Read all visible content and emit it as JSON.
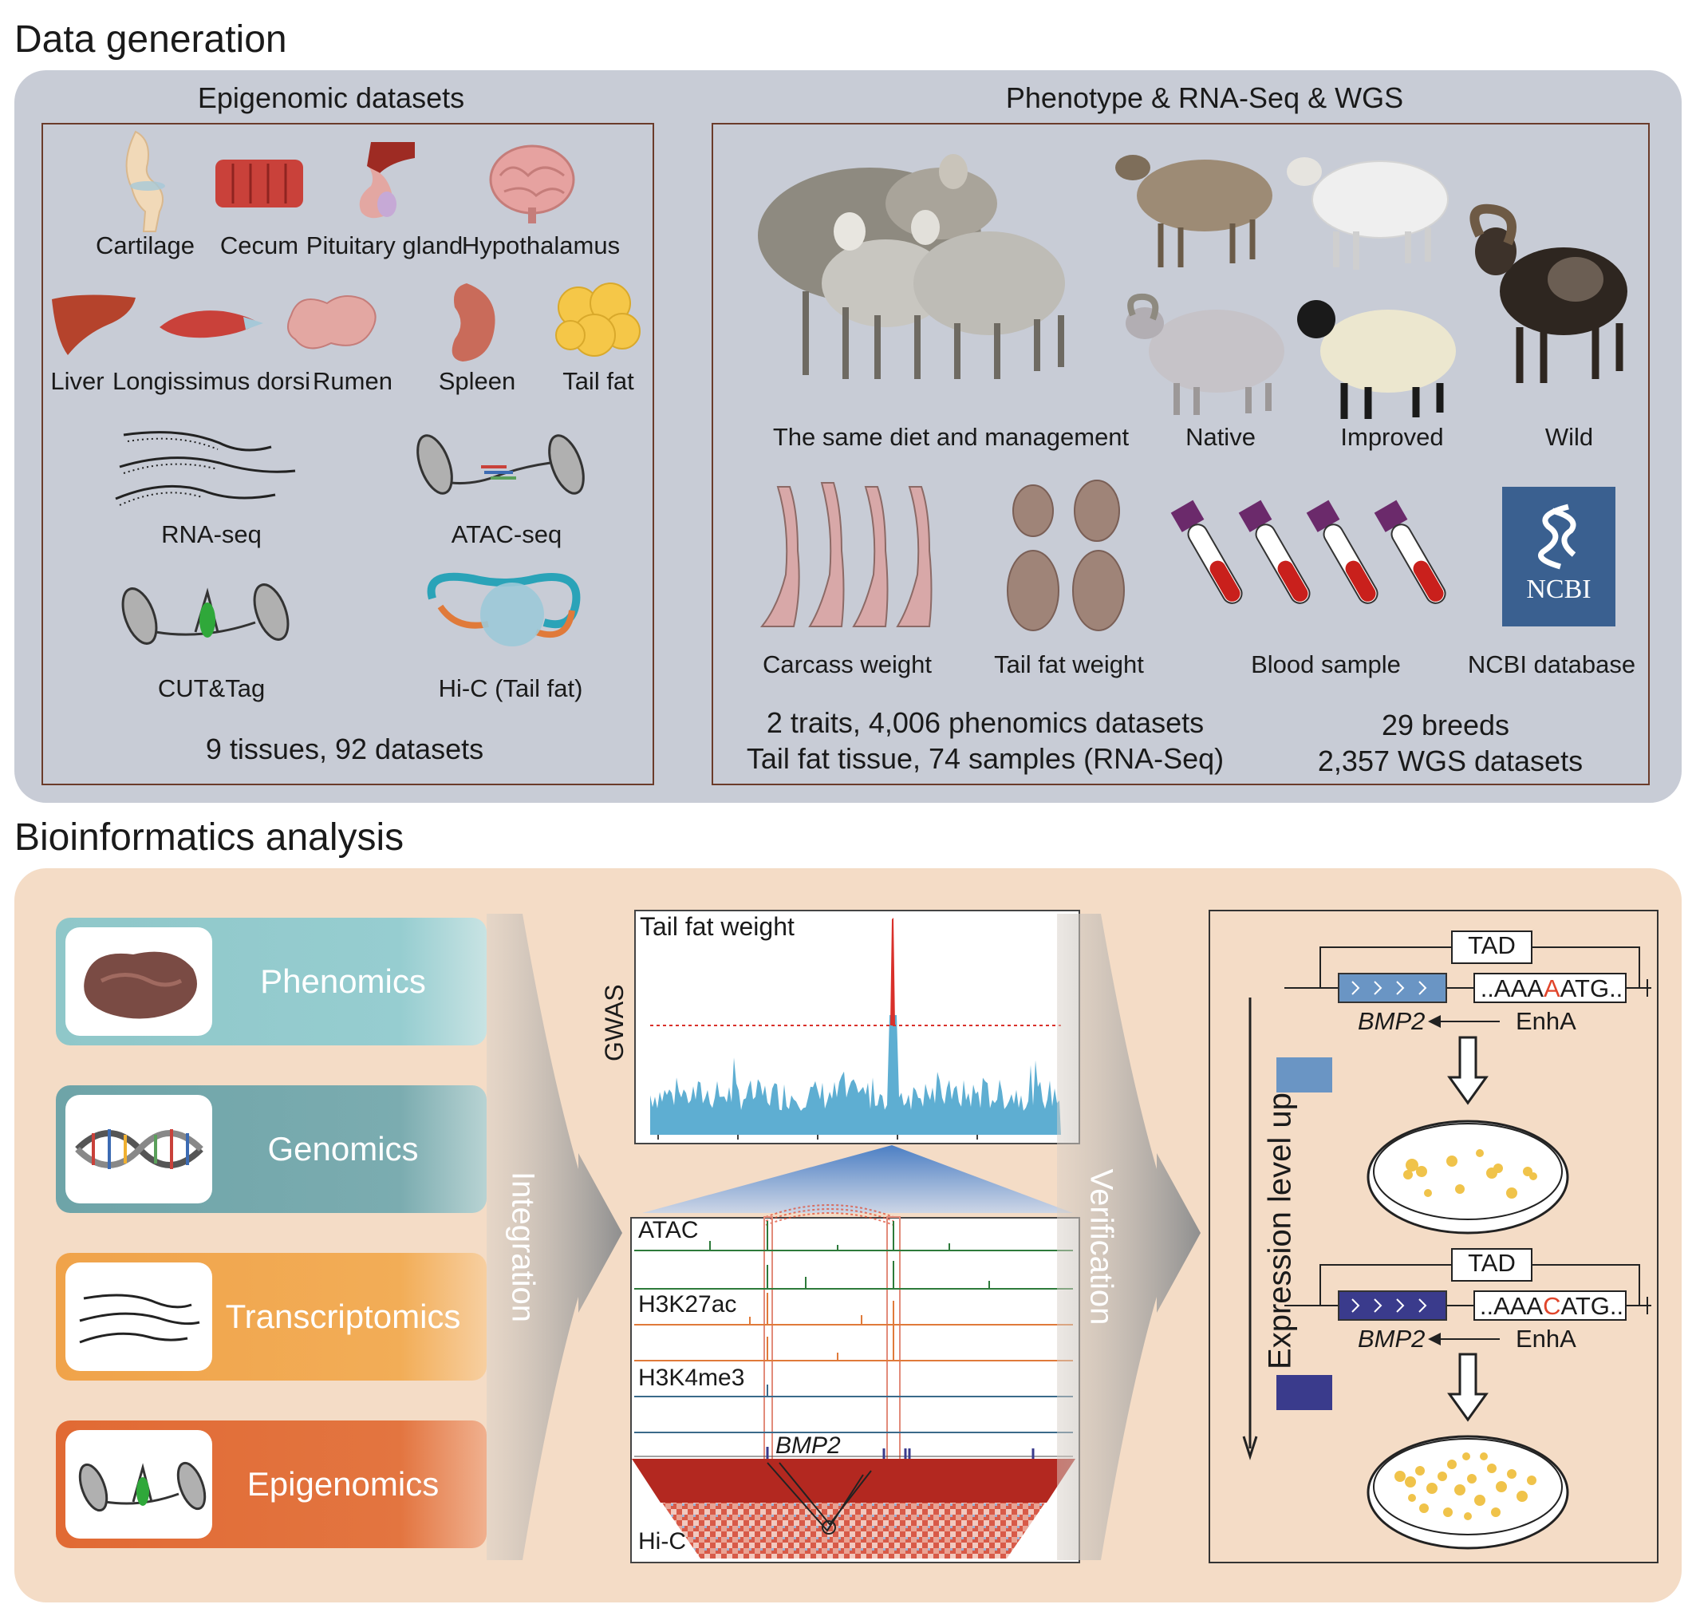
{
  "sections": {
    "data_generation": "Data generation",
    "bioinformatics": "Bioinformatics analysis"
  },
  "epigenomic": {
    "title": "Epigenomic datasets",
    "tissues": [
      "Cartilage",
      "Cecum",
      "Pituitary gland",
      "Hypothalamus",
      "Liver",
      "Longissimus dorsi",
      "Rumen",
      "Spleen",
      "Tail fat"
    ],
    "assays": [
      "RNA-seq",
      "ATAC-seq",
      "CUT&Tag",
      "Hi-C (Tail fat)"
    ],
    "summary": "9 tissues, 92 datasets"
  },
  "phenotype": {
    "title": "Phenotype & RNA-Seq & WGS",
    "groups": [
      "The same diet and management",
      "Native",
      "Improved",
      "Wild"
    ],
    "samples": [
      "Carcass weight",
      "Tail fat weight",
      "Blood sample",
      "NCBI database"
    ],
    "ncbi_logo": "NCBI",
    "summary_left_1": "2 traits, 4,006 phenomics datasets",
    "summary_left_2": "Tail fat tissue, 74 samples (RNA-Seq)",
    "summary_right_1": "29 breeds",
    "summary_right_2": "2,357 WGS datasets"
  },
  "omics": [
    "Phenomics",
    "Genomics",
    "Transcriptomics",
    "Epigenomics"
  ],
  "arrows": {
    "integration": "Integration",
    "verification": "Verification"
  },
  "gwas": {
    "title": "Tail fat weight",
    "ylabel": "GWAS"
  },
  "tracks": {
    "atac": "ATAC",
    "h3k27ac": "H3K27ac",
    "h3k4me3": "H3K4me3",
    "gene": "BMP2",
    "hic": "Hi-C"
  },
  "model": {
    "tad": "TAD",
    "gene": "BMP2",
    "enhancer": "EnhA",
    "seq1_pre": "..AAA",
    "seq1_var": "A",
    "seq1_post": "ATG..",
    "seq2_pre": "..AAA",
    "seq2_var": "C",
    "seq2_post": "ATG..",
    "axis_label": "Expression level up",
    "colors": {
      "light_box": "#6a95c4",
      "dark_box": "#3a3b8c",
      "variant": "#e0452b"
    }
  }
}
